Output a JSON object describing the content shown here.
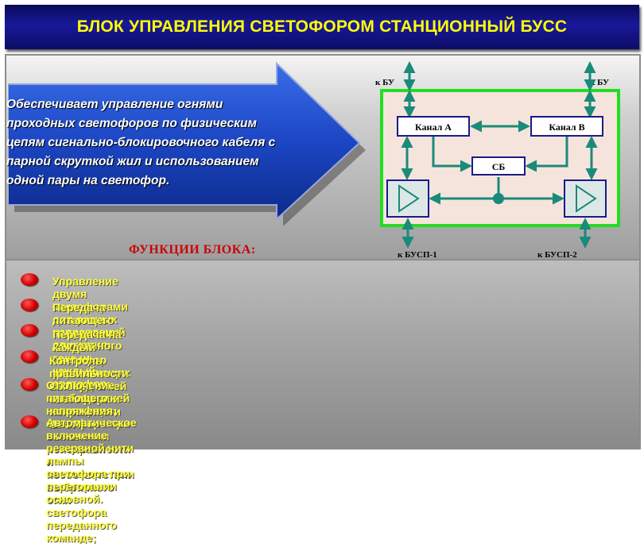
{
  "title": "БЛОК УПРАВЛЕНИЯ СВЕТОФОРОМ СТАНЦИОННЫЙ БУСС",
  "description": "Обеспечивает управление огнями проходных светофоров по физическим цепям сигнально-блокировочного кабеля с парной скруткой жил и использованием одной пары на светофор.",
  "description_lines": [
    "Обеспечивает управление огнями",
    "проходных светофоров по физическим",
    "цепям сигнально-блокировочного кабеля с",
    "парной скруткой жил и использованием",
    "одной пары на светофор."
  ],
  "functions_title": "ФУНКЦИИ  БЛОКА:",
  "diagram": {
    "to_bu_left": "к БУ",
    "to_bu_right": "к БУ",
    "channel_a": "Канал А",
    "channel_b": "Канал В",
    "sb": "СБ",
    "to_busp_1": "к БУСП-1",
    "to_busp_2": "к БУСП-2"
  },
  "functions": [
    {
      "lines": [
        "Управление двумя светофорами для разных направлений движения;"
      ]
    },
    {
      "lines": [
        "Передача питающего напряжения постоянного тока на каждый светофор;"
      ]
    },
    {
      "lines": [
        "Передача на каждый светофор управляющих команд выбора огней светофора;"
      ]
    },
    {
      "lines": [
        "Контроль правильности выбора огней светофора и исправности БУСП;"
      ]
    },
    {
      "lines": [
        "Отключение питающего напряжения светофора при выявлении неисправности и",
        "несоответствии выбранного огня светофора переданного команде;"
      ]
    },
    {
      "lines": [
        "Автоматическое включение резервной нити лампы светофора при перегорании",
        "основной."
      ]
    }
  ],
  "colors": {
    "title_bg": "#10107a",
    "title_text": "#ffff00",
    "arrow": "#1f4fcf",
    "functions_title": "#cc0000",
    "function_text": "#ffff33",
    "bullet": "#d00000",
    "diagram_border": "#22dd22",
    "diagram_bg": "#f5e4dc",
    "diagram_lines": "#1a8a7a",
    "box_border": "#1a1a8a"
  }
}
